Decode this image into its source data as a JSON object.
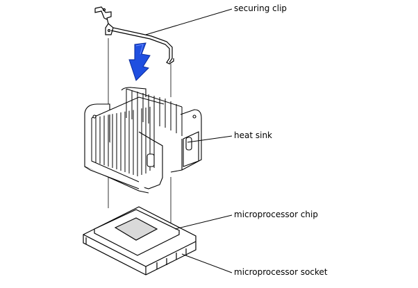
{
  "labels": {
    "securing_clip": "securing clip",
    "heat_sink": "heat sink",
    "microprocessor_chip": "microprocessor chip",
    "microprocessor_socket": "microprocessor socket"
  },
  "colors": {
    "arrow": "#1f4fe0",
    "line": "#000000",
    "fill": "#ffffff",
    "shade": "#d9d9d9"
  }
}
